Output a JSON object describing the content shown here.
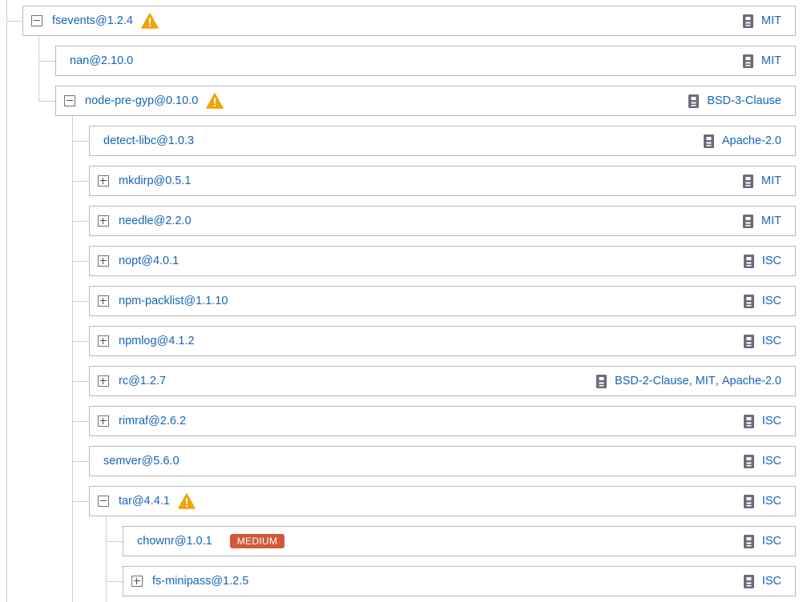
{
  "colors": {
    "link": "#1565b8",
    "warning": "#f0a30a",
    "badge_medium": "#d2583a",
    "border": "#b9b9b9"
  },
  "icons": {
    "expand": "plus-square-icon",
    "collapse": "minus-square-icon",
    "warning": "warning-triangle-icon",
    "license": "license-badge-icon"
  },
  "rows": [
    {
      "name": "fsevents@1.2.4",
      "toggle": "collapse",
      "warning": true,
      "licenses": [
        "MIT"
      ]
    },
    {
      "name": "nan@2.10.0",
      "toggle": "none",
      "licenses": [
        "MIT"
      ]
    },
    {
      "name": "node-pre-gyp@0.10.0",
      "toggle": "collapse",
      "warning": true,
      "licenses": [
        "BSD-3-Clause"
      ]
    },
    {
      "name": "detect-libc@1.0.3",
      "toggle": "none",
      "licenses": [
        "Apache-2.0"
      ]
    },
    {
      "name": "mkdirp@0.5.1",
      "toggle": "expand",
      "licenses": [
        "MIT"
      ]
    },
    {
      "name": "needle@2.2.0",
      "toggle": "expand",
      "licenses": [
        "MIT"
      ]
    },
    {
      "name": "nopt@4.0.1",
      "toggle": "expand",
      "licenses": [
        "ISC"
      ]
    },
    {
      "name": "npm-packlist@1.1.10",
      "toggle": "expand",
      "licenses": [
        "ISC"
      ]
    },
    {
      "name": "npmlog@4.1.2",
      "toggle": "expand",
      "licenses": [
        "ISC"
      ]
    },
    {
      "name": "rc@1.2.7",
      "toggle": "expand",
      "licenses": [
        "BSD-2-Clause",
        "MIT",
        "Apache-2.0"
      ]
    },
    {
      "name": "rimraf@2.6.2",
      "toggle": "expand",
      "licenses": [
        "ISC"
      ]
    },
    {
      "name": "semver@5.6.0",
      "toggle": "none",
      "licenses": [
        "ISC"
      ]
    },
    {
      "name": "tar@4.4.1",
      "toggle": "collapse",
      "warning": true,
      "licenses": [
        "ISC"
      ]
    },
    {
      "name": "chownr@1.0.1",
      "toggle": "none",
      "badge": "MEDIUM",
      "licenses": [
        "ISC"
      ]
    },
    {
      "name": "fs-minipass@1.2.5",
      "toggle": "expand",
      "licenses": [
        "ISC"
      ]
    }
  ]
}
